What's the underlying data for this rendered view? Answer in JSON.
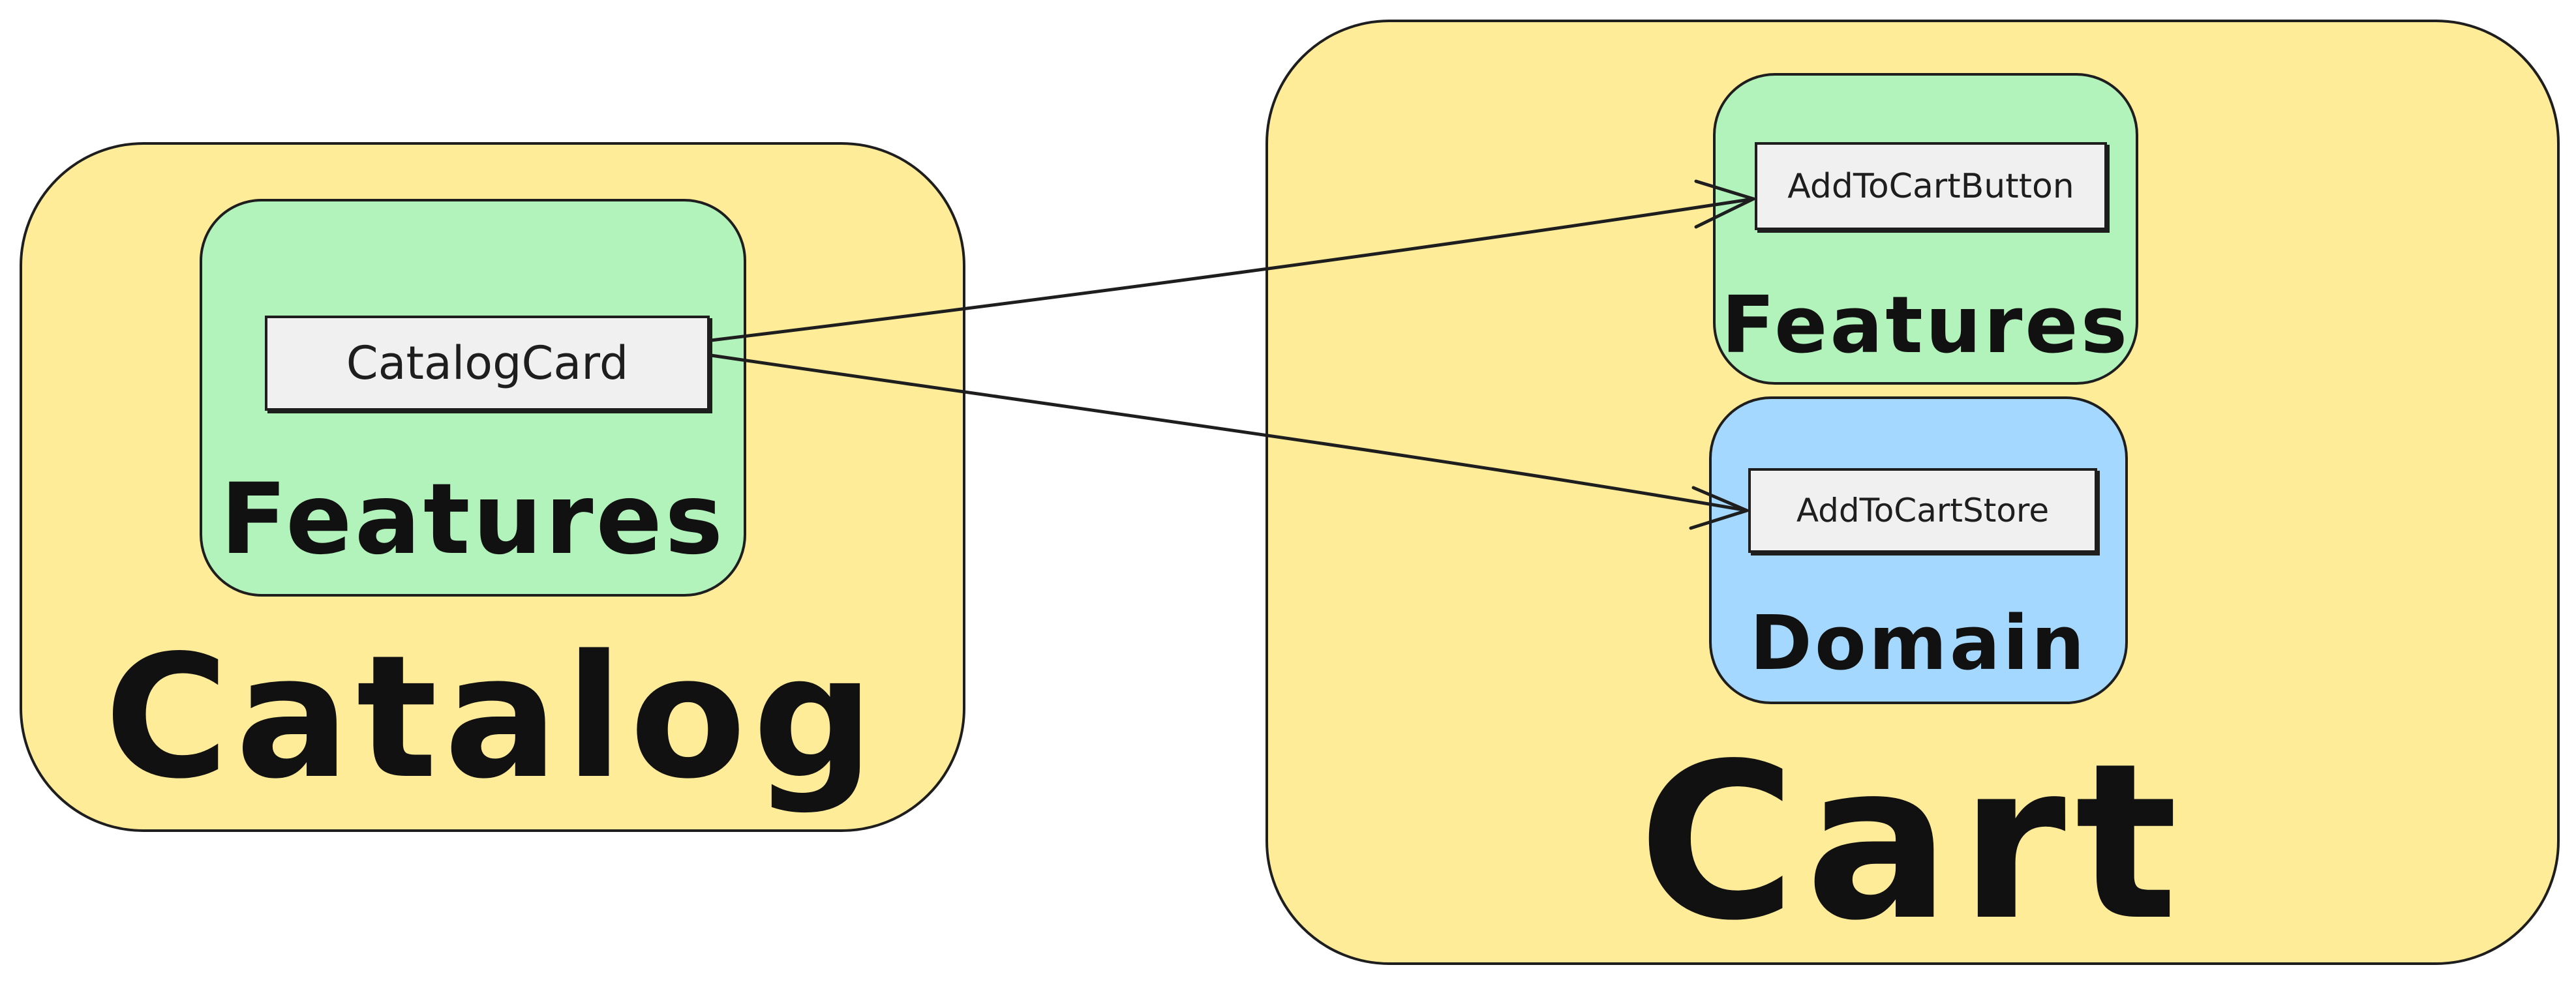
{
  "modules": {
    "catalog": {
      "title": "Catalog",
      "layer": {
        "title": "Features",
        "component": "CatalogCard"
      }
    },
    "cart": {
      "title": "Cart",
      "features_layer": {
        "title": "Features",
        "component": "AddToCartButton"
      },
      "domain_layer": {
        "title": "Domain",
        "component": "AddToCartStore"
      }
    }
  },
  "colors": {
    "module": "#ffec99",
    "features": "#b2f2bb",
    "domain": "#a5d8ff",
    "component": "#f0f0f0",
    "stroke": "#1e1e1e"
  },
  "edges": [
    {
      "from": "CatalogCard",
      "to": "AddToCartButton"
    },
    {
      "from": "CatalogCard",
      "to": "AddToCartStore"
    }
  ]
}
